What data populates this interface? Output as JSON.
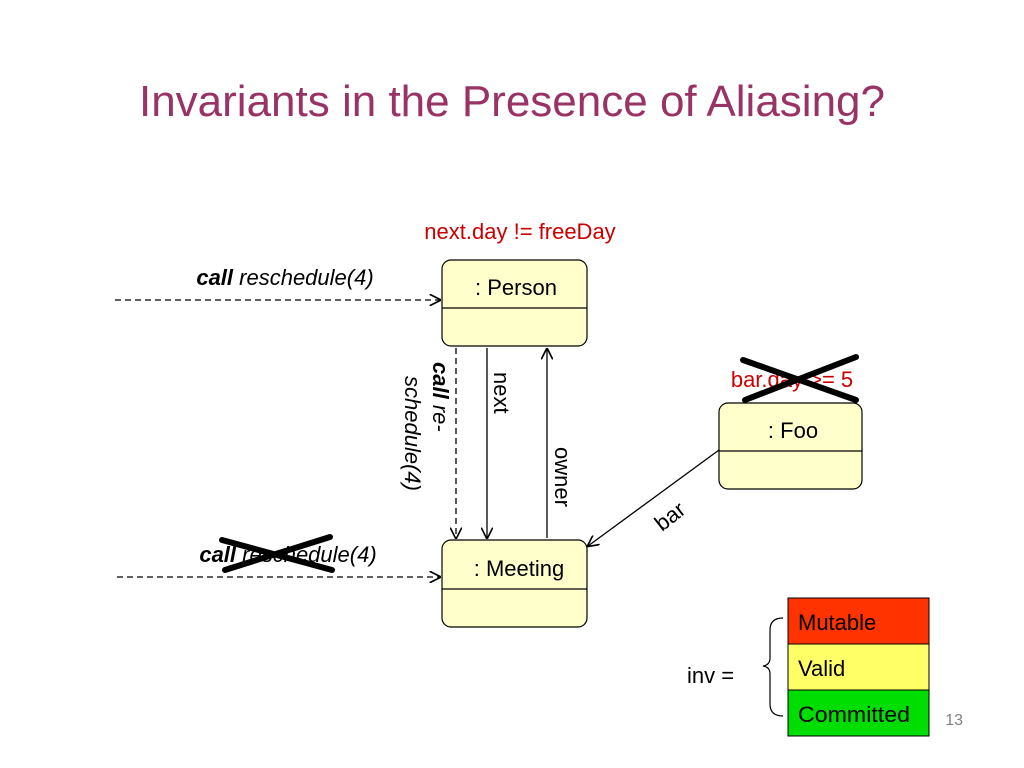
{
  "slide": {
    "title": "Invariants in the Presence of Aliasing?",
    "page_number": "13"
  },
  "diagram": {
    "person_invariant": "next.day != freeDay",
    "foo_invariant": "bar.day >= 5",
    "call_top": {
      "keyword": "call",
      "method": " reschedule(4)"
    },
    "call_bottom": {
      "keyword": "call",
      "method": " reschedule(4)"
    },
    "call_vertical": {
      "keyword": "call",
      "line1": " re-",
      "line2": "schedule(4)"
    },
    "objects": {
      "person": ": Person",
      "meeting": ": Meeting",
      "foo": ": Foo"
    },
    "edges": {
      "next": "next",
      "owner": "owner",
      "bar": "bar"
    }
  },
  "legend": {
    "label": "inv =",
    "states": [
      {
        "name": "Mutable",
        "color": "#ff3300"
      },
      {
        "name": "Valid",
        "color": "#ffff66"
      },
      {
        "name": "Committed",
        "color": "#00dd00"
      }
    ]
  }
}
